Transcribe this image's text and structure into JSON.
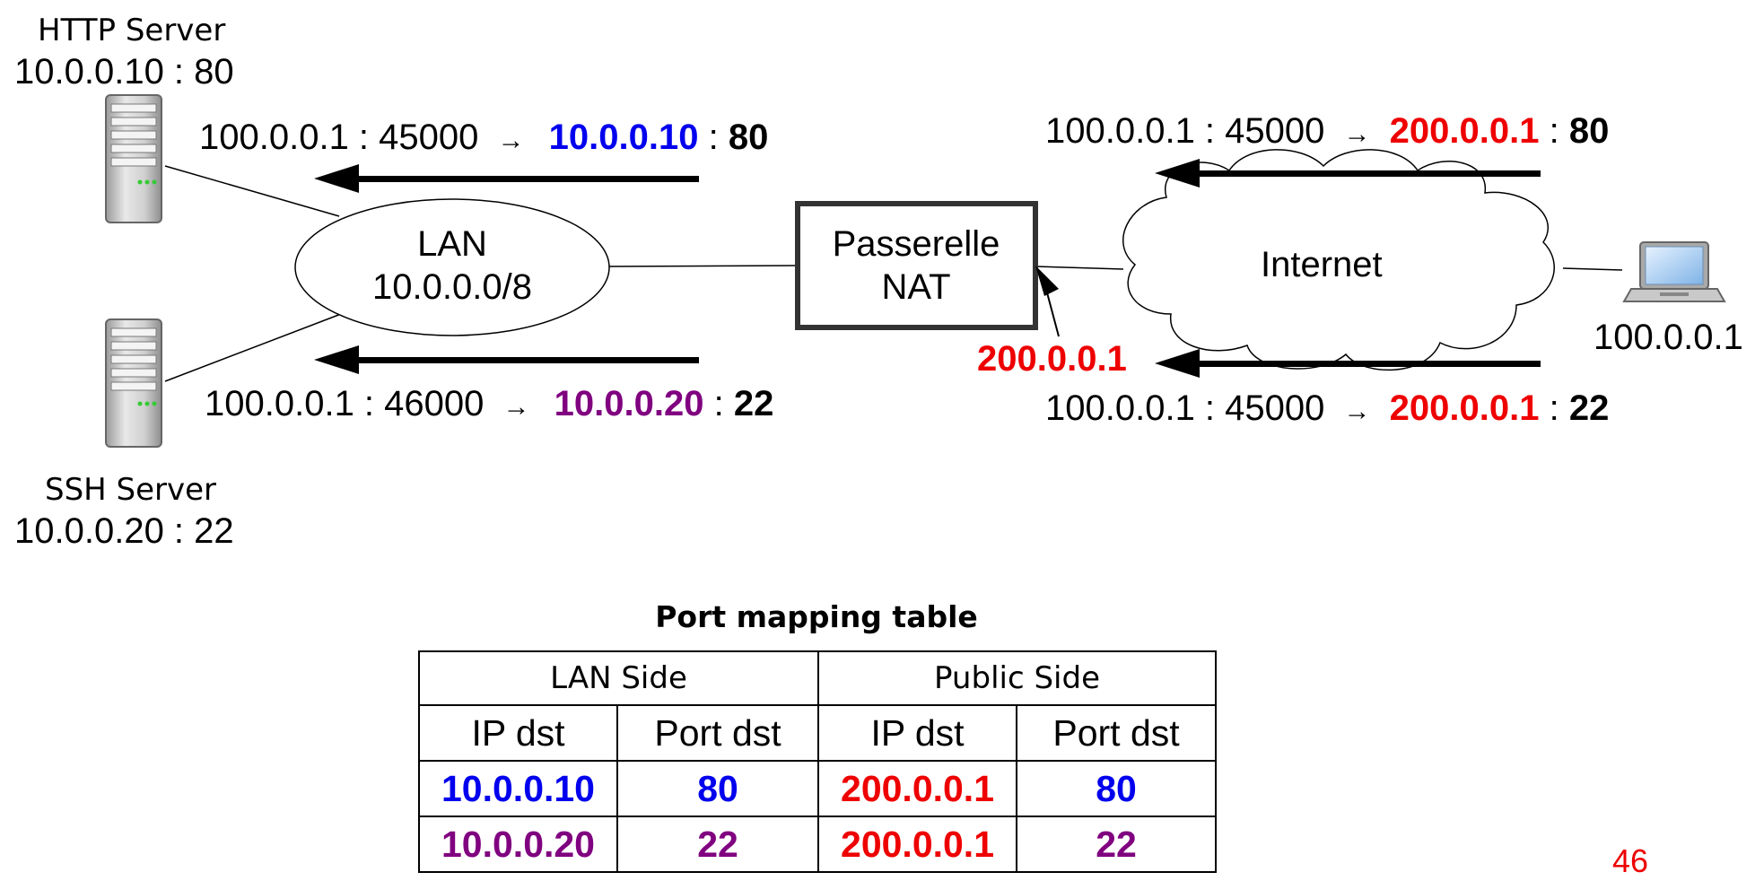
{
  "colors": {
    "http": "#0000ee",
    "ssh": "#800080",
    "public": "#ee0000",
    "slide_number": "#ee0000"
  },
  "http_server": {
    "name": "HTTP Server",
    "address": "10.0.0.10 : 80"
  },
  "ssh_server": {
    "name": "SSH Server",
    "address": "10.0.0.20 : 22"
  },
  "lan": {
    "line1": "LAN",
    "line2": "10.0.0.0/8"
  },
  "gateway": {
    "line1": "Passerelle",
    "line2": "NAT",
    "public_ip": "200.0.0.1"
  },
  "internet": {
    "label": "Internet"
  },
  "client": {
    "ip": "100.0.0.1"
  },
  "flows": {
    "lan_http": {
      "src": "100.0.0.1 : 45000",
      "arrow": "→",
      "dst_ip": "10.0.0.10",
      "sep": ":",
      "dst_port": "80"
    },
    "lan_ssh": {
      "src": "100.0.0.1 : 46000",
      "arrow": "→",
      "dst_ip": "10.0.0.20",
      "sep": ":",
      "dst_port": "22"
    },
    "wan_http": {
      "src": "100.0.0.1 : 45000",
      "arrow": "→",
      "dst_ip": "200.0.0.1",
      "sep": ":",
      "dst_port": "80"
    },
    "wan_ssh": {
      "src": "100.0.0.1 : 45000",
      "arrow": "→",
      "dst_ip": "200.0.0.1",
      "sep": ":",
      "dst_port": "22"
    }
  },
  "mapping_table": {
    "title": "Port mapping table",
    "groups": [
      "LAN Side",
      "Public Side"
    ],
    "columns": [
      "IP dst",
      "Port dst",
      "IP dst",
      "Port dst"
    ],
    "rows": [
      [
        "10.0.0.10",
        "80",
        "200.0.0.1",
        "80"
      ],
      [
        "10.0.0.20",
        "22",
        "200.0.0.1",
        "22"
      ]
    ]
  },
  "slide_number": "46"
}
